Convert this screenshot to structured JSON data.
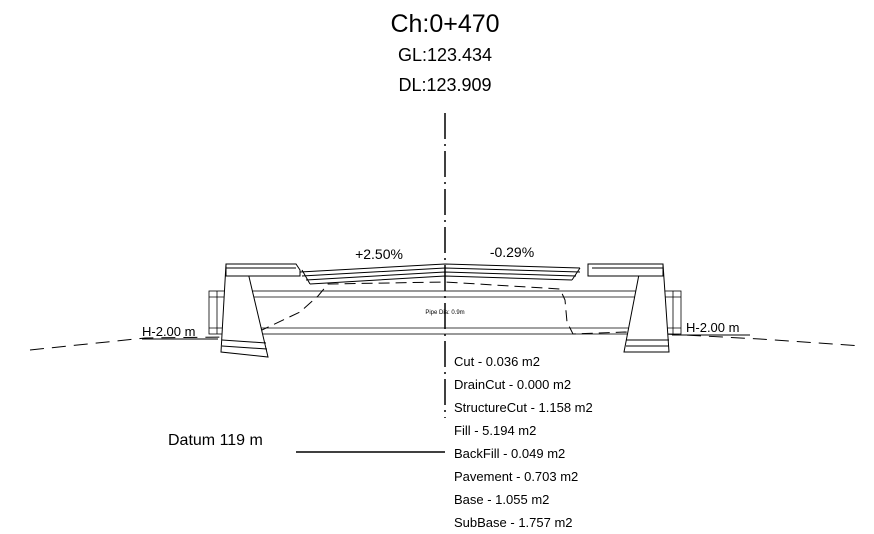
{
  "section": {
    "chainage": "Ch:0+470",
    "ground_level": "GL:123.434",
    "design_level": "DL:123.909"
  },
  "cross_slopes": {
    "left": "+2.50%",
    "right": "-0.29%"
  },
  "pipe_label": "Pipe Dia: 0.9m",
  "offsets": {
    "left": "H-2.00 m",
    "right": "H-2.00 m"
  },
  "datum": "Datum 119 m",
  "quantities": [
    "Cut - 0.036 m2",
    "DrainCut - 0.000 m2",
    "StructureCut - 1.158 m2",
    "Fill - 5.194 m2",
    "BackFill - 0.049 m2",
    "Pavement - 0.703 m2",
    "Base - 1.055 m2",
    "SubBase - 1.757 m2"
  ]
}
